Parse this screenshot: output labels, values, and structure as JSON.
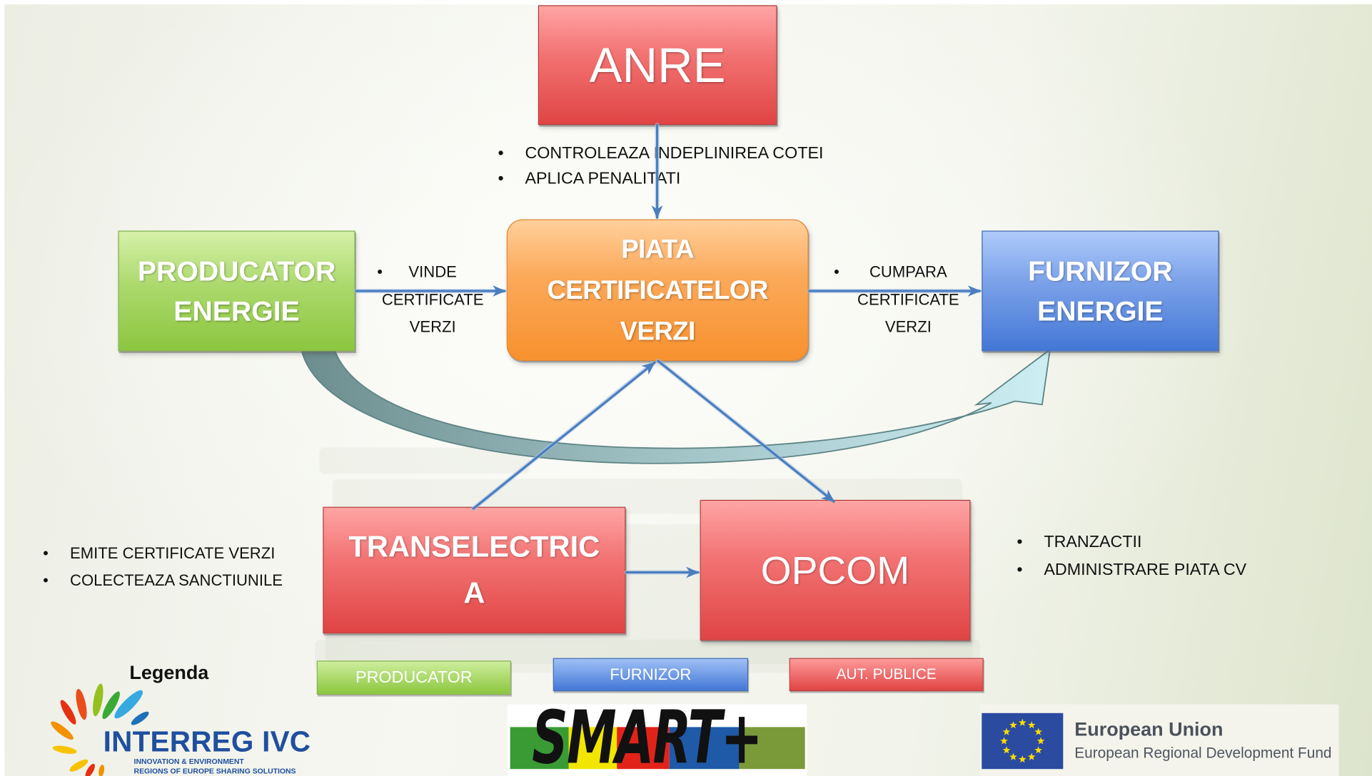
{
  "slide": {
    "nodes": {
      "anre": {
        "label": "ANRE"
      },
      "piata": {
        "lines": [
          "PIATA",
          "CERTIFICATELOR",
          "VERZI"
        ]
      },
      "producator": {
        "lines": [
          "PRODUCATOR",
          "ENERGIE"
        ]
      },
      "furnizor": {
        "lines": [
          "FURNIZOR",
          "ENERGIE"
        ]
      },
      "transelectrica": {
        "lines": [
          "TRANSELECTRIC",
          "A"
        ]
      },
      "opcom": {
        "label": "OPCOM"
      }
    },
    "notes": {
      "anre": [
        "CONTROLEAZA INDEPLINIREA COTEI",
        "APLICA PENALITATI"
      ],
      "producator_to_piata": [
        "VINDE",
        "CERTIFICATE",
        "VERZI"
      ],
      "piata_to_furnizor": [
        "CUMPARA",
        "CERTIFICATE",
        "VERZI"
      ],
      "transelectrica": [
        "EMITE CERTIFICATE VERZI",
        "COLECTEAZA SANCTIUNILE"
      ],
      "opcom": [
        "TRANZACTII",
        "ADMINISTRARE PIATA CV"
      ]
    },
    "legend": {
      "title": "Legenda",
      "items": [
        {
          "label": "PRODUCATOR"
        },
        {
          "label": "FURNIZOR"
        },
        {
          "label": "AUT. PUBLICE"
        }
      ]
    }
  },
  "logos": {
    "interreg": {
      "name": "INTERREG IVC",
      "tagline": [
        "INNOVATION & ENVIRONMENT",
        "REGIONS OF EUROPE SHARING SOLUTIONS"
      ]
    },
    "smart": {
      "name": "SMART+"
    },
    "eu": {
      "title": "European Union",
      "subtitle": "European Regional Development Fund"
    }
  },
  "colors": {
    "producator": "#8cc63f",
    "furnizor": "#4377d6",
    "autoritate_publica": "#e04444",
    "piata": "#f7912e",
    "connector": "#4a7ebf",
    "eu_flag": "#2a4ba0",
    "eu_star": "#ffdd00"
  }
}
